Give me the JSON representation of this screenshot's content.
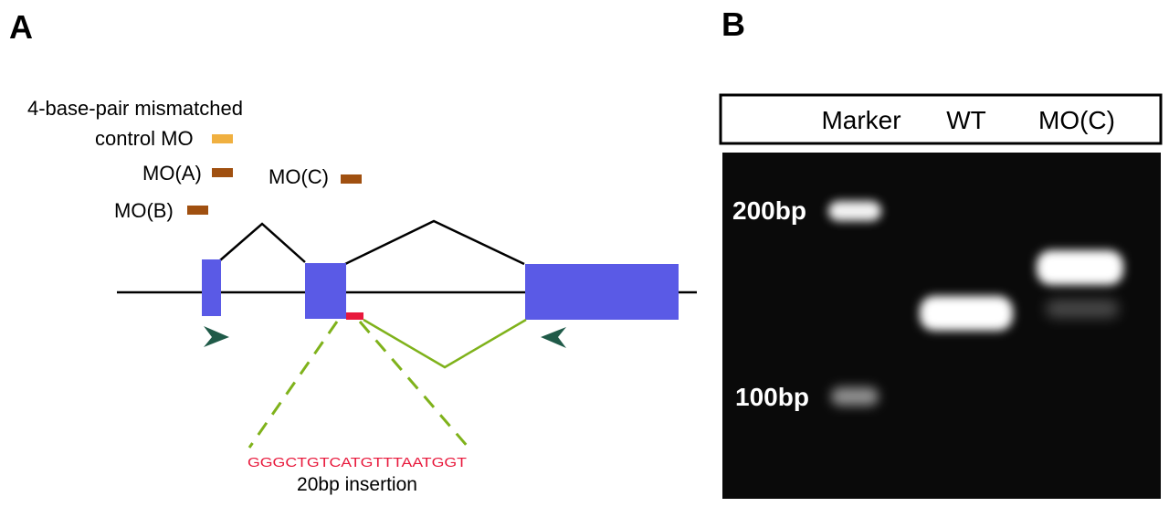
{
  "panel_a": {
    "label": "A",
    "control_mo": {
      "line1": "4-base-pair mismatched",
      "line2": "control MO",
      "color": "#f0b040"
    },
    "mo_a": {
      "label": "MO(A)",
      "color": "#a05010"
    },
    "mo_b": {
      "label": "MO(B)",
      "color": "#a05010"
    },
    "mo_c": {
      "label": "MO(C)",
      "color": "#a05010"
    },
    "exon_color": "#5a5ae6",
    "insertion_color": "#e8193c",
    "aberrant_splice_color": "#7fb21b",
    "primer_color": "#1f5a48",
    "insertion": {
      "sequence": "GGGCTGTCATGTTTAATGGT",
      "label": "20bp insertion"
    }
  },
  "panel_b": {
    "label": "B",
    "lanes": [
      "Marker",
      "WT",
      "MO(C)"
    ],
    "markers": [
      {
        "label": "200bp",
        "size_bp": 200
      },
      {
        "label": "100bp",
        "size_bp": 100
      }
    ],
    "bands": [
      {
        "lane": "WT",
        "size_bp": 141
      },
      {
        "lane": "MO(C)",
        "size_bp": 161
      }
    ],
    "gel_background": "#0a0a0a"
  }
}
